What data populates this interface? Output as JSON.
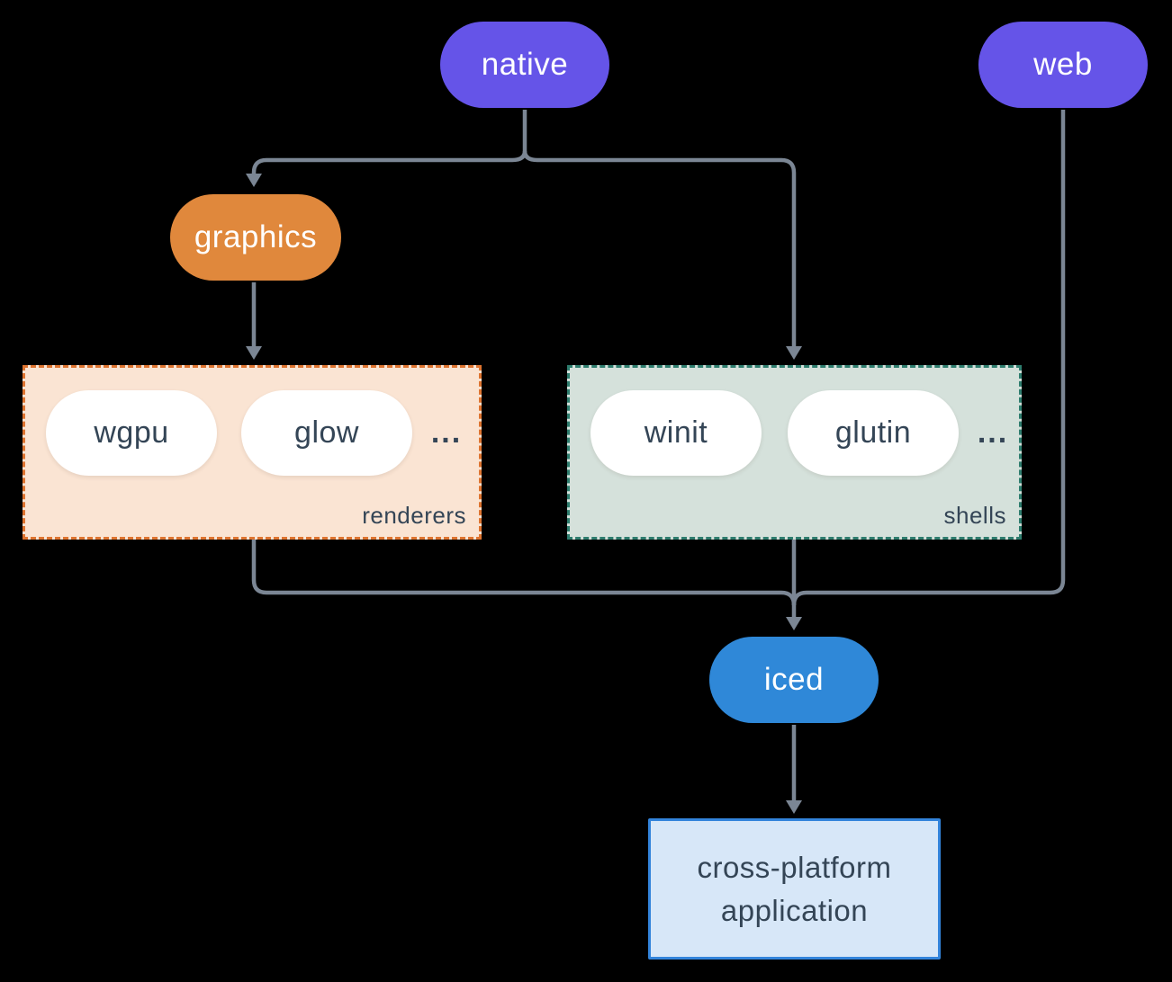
{
  "diagram": {
    "nodes": {
      "native": {
        "label": "native"
      },
      "web": {
        "label": "web"
      },
      "graphics": {
        "label": "graphics"
      },
      "iced": {
        "label": "iced"
      },
      "app": {
        "label": "cross-platform application"
      }
    },
    "groups": {
      "renderers": {
        "label": "renderers",
        "items": [
          "wgpu",
          "glow"
        ],
        "more": "..."
      },
      "shells": {
        "label": "shells",
        "items": [
          "winit",
          "glutin"
        ],
        "more": "..."
      }
    },
    "edges": [
      {
        "from": "native",
        "to": "graphics"
      },
      {
        "from": "native",
        "to": "shells"
      },
      {
        "from": "graphics",
        "to": "renderers"
      },
      {
        "from": "renderers",
        "to": "iced"
      },
      {
        "from": "shells",
        "to": "iced"
      },
      {
        "from": "web",
        "to": "iced"
      },
      {
        "from": "iced",
        "to": "app"
      }
    ]
  },
  "theme": {
    "background": "#000000",
    "line": "#7b8694",
    "node-purple": "#6554e8",
    "node-orange": "#e0883c",
    "node-blue": "#2f88d8",
    "chip-bg": "#ffffff",
    "light-text": "#ffffff",
    "dark-text": "#344556",
    "renderers-fill": "#fae4d3",
    "renderers-border": "#de7430",
    "shells-fill": "#d5e1db",
    "shells-border": "#2e7d6e",
    "app-fill": "#d7e7f8",
    "app-border": "#3384db"
  }
}
